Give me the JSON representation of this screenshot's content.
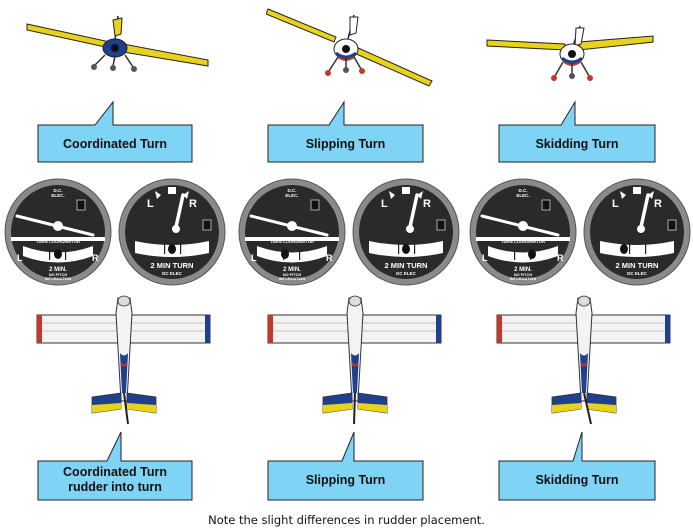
{
  "columns": [
    {
      "top_label": "Coordinated Turn",
      "bottom_label_line1": "Coordinated Turn",
      "bottom_label_line2": "rudder into turn",
      "tc": {
        "title": "TURN COORDINATOR",
        "left": "L",
        "right": "R",
        "min": "2 MIN.",
        "info1": "NO PITCH",
        "info2": "INFORMATION",
        "elec": "D.C.",
        "elec2": "ELEC."
      },
      "ts": {
        "left": "L",
        "right": "R",
        "label": "2 MIN  TURN",
        "sub": "DC  ELEC"
      }
    },
    {
      "top_label": "Slipping Turn",
      "bottom_label_line1": "Slipping Turn",
      "bottom_label_line2": "",
      "tc": {
        "title": "TURN COORDINATOR",
        "left": "L",
        "right": "R",
        "min": "2 MIN.",
        "info1": "NO PITCH",
        "info2": "INFORMATION",
        "elec": "D.C.",
        "elec2": "ELEC."
      },
      "ts": {
        "left": "L",
        "right": "R",
        "label": "2 MIN  TURN",
        "sub": "DC  ELEC"
      }
    },
    {
      "top_label": "Skidding Turn",
      "bottom_label_line1": "Skidding Turn",
      "bottom_label_line2": "",
      "tc": {
        "title": "TURN COORDINATOR",
        "left": "L",
        "right": "R",
        "min": "2 MIN.",
        "info1": "NO PITCH",
        "info2": "INFORMATION",
        "elec": "D.C.",
        "elec2": "ELEC."
      },
      "ts": {
        "left": "L",
        "right": "R",
        "label": "2 MIN  TURN",
        "sub": "DC  ELEC"
      }
    }
  ],
  "caption": "Note the slight differences in rudder placement.",
  "colors": {
    "callout_fill": "#7fd4f6",
    "callout_stroke": "#222222",
    "wing_yellow": "#e8d21c",
    "fuselage_blue": "#1f3f8f",
    "accent_red": "#c0392b"
  }
}
